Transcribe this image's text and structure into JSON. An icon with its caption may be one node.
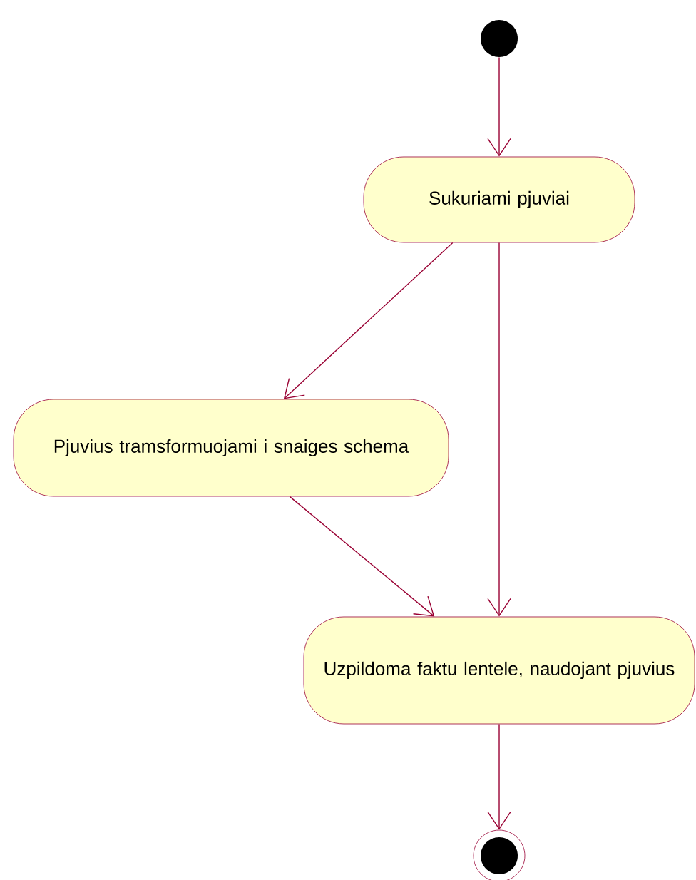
{
  "diagram": {
    "nodes": [
      {
        "text": [],
        "shape": "circle"
      },
      {
        "text": [
          "Sukuriami pjuviai"
        ]
      },
      {
        "text": [
          "Pjuvius tramsformuojami i snaiges schema"
        ]
      },
      {
        "text": [
          "Uzpildoma faktu lentele, naudojant pjuvius"
        ]
      },
      {
        "text": [],
        "shape": "circle"
      }
    ],
    "edges": [
      {
        "from": 0,
        "to": 1,
        "arrow": "to"
      },
      {
        "from": 1,
        "to": 2,
        "arrow": "to"
      },
      {
        "from": 1,
        "to": 3,
        "arrow": "to"
      },
      {
        "from": 2,
        "to": 3,
        "arrow": "to"
      },
      {
        "from": 3,
        "to": 4,
        "arrow": "to"
      }
    ]
  }
}
